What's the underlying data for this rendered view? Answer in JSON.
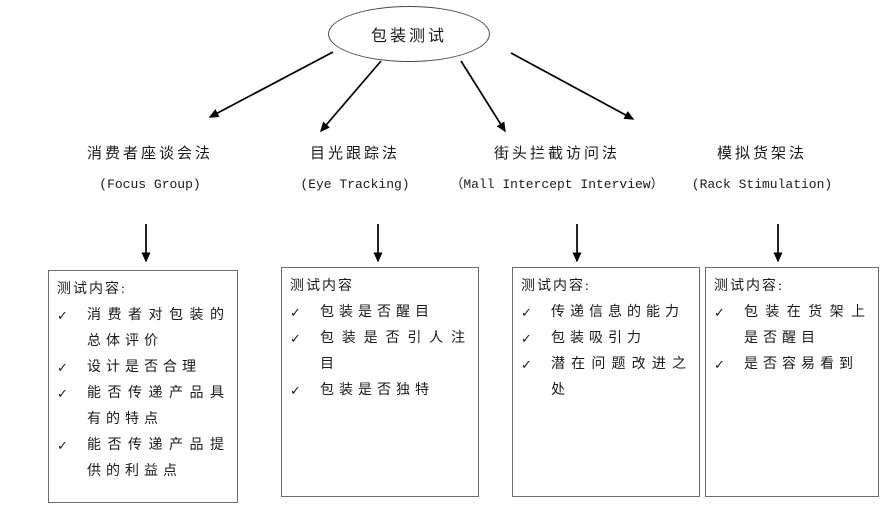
{
  "diagram": {
    "root_label": "包装测试",
    "glyphs": {
      "checkmark": "✓"
    },
    "colors": {
      "background": "#ffffff",
      "text": "#1a1a1a",
      "arrow": "#000000",
      "box_border": "#6e6e6e"
    },
    "methods": [
      {
        "name": "消费者座谈会法",
        "english_name": "(Focus Group)",
        "box_title": "测试内容:",
        "items": [
          "消费者对包装的总体评价",
          "设计是否合理",
          "能否传递产品具有的特点",
          "能否传递产品提供的利益点"
        ]
      },
      {
        "name": "目光跟踪法",
        "english_name": "(Eye Tracking)",
        "box_title": "测试内容",
        "items": [
          "包装是否醒目",
          "包装是否引人注目",
          "包装是否独特"
        ]
      },
      {
        "name": "街头拦截访问法",
        "english_name": "（Mall Intercept Interview）",
        "box_title": "测试内容:",
        "items": [
          "传递信息的能力",
          "包装吸引力",
          "潜在问题改进之处"
        ]
      },
      {
        "name": "模拟货架法",
        "english_name": "(Rack Stimulation)",
        "box_title": "测试内容:",
        "items": [
          "包装在货架上是否醒目",
          "是否容易看到"
        ]
      }
    ]
  }
}
